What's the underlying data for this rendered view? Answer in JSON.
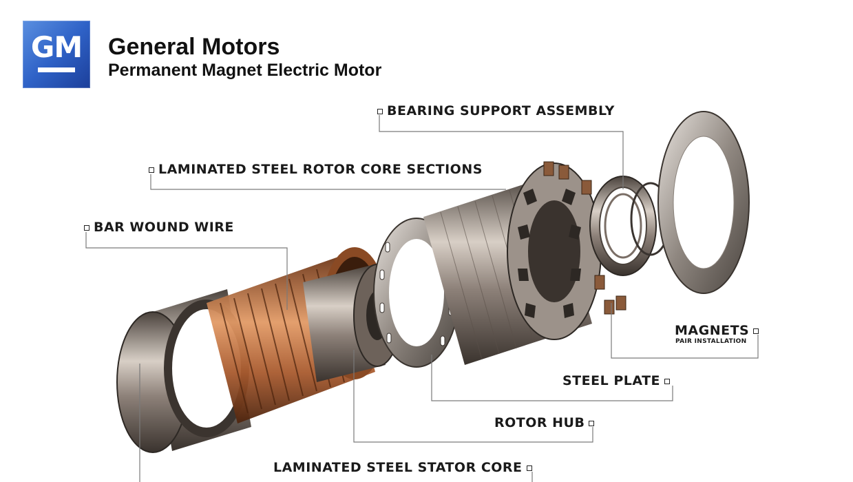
{
  "header": {
    "logo_text": "GM",
    "title": "General Motors",
    "subtitle": "Permanent Magnet Electric Motor"
  },
  "labels": {
    "bearing_support": "BEARING SUPPORT ASSEMBLY",
    "rotor_core_sections": "LAMINATED STEEL ROTOR CORE SECTIONS",
    "bar_wound_wire": "BAR WOUND WIRE",
    "magnets": "MAGNETS",
    "magnets_sub": "PAIR INSTALLATION",
    "steel_plate": "STEEL PLATE",
    "rotor_hub": "ROTOR HUB",
    "stator_core": "LAMINATED STEEL STATOR CORE"
  },
  "colors": {
    "logo_blue": "#2f62c7",
    "copper": "#b86a3c",
    "steel": "#8a8078",
    "leader_line": "#7a7a7a"
  }
}
